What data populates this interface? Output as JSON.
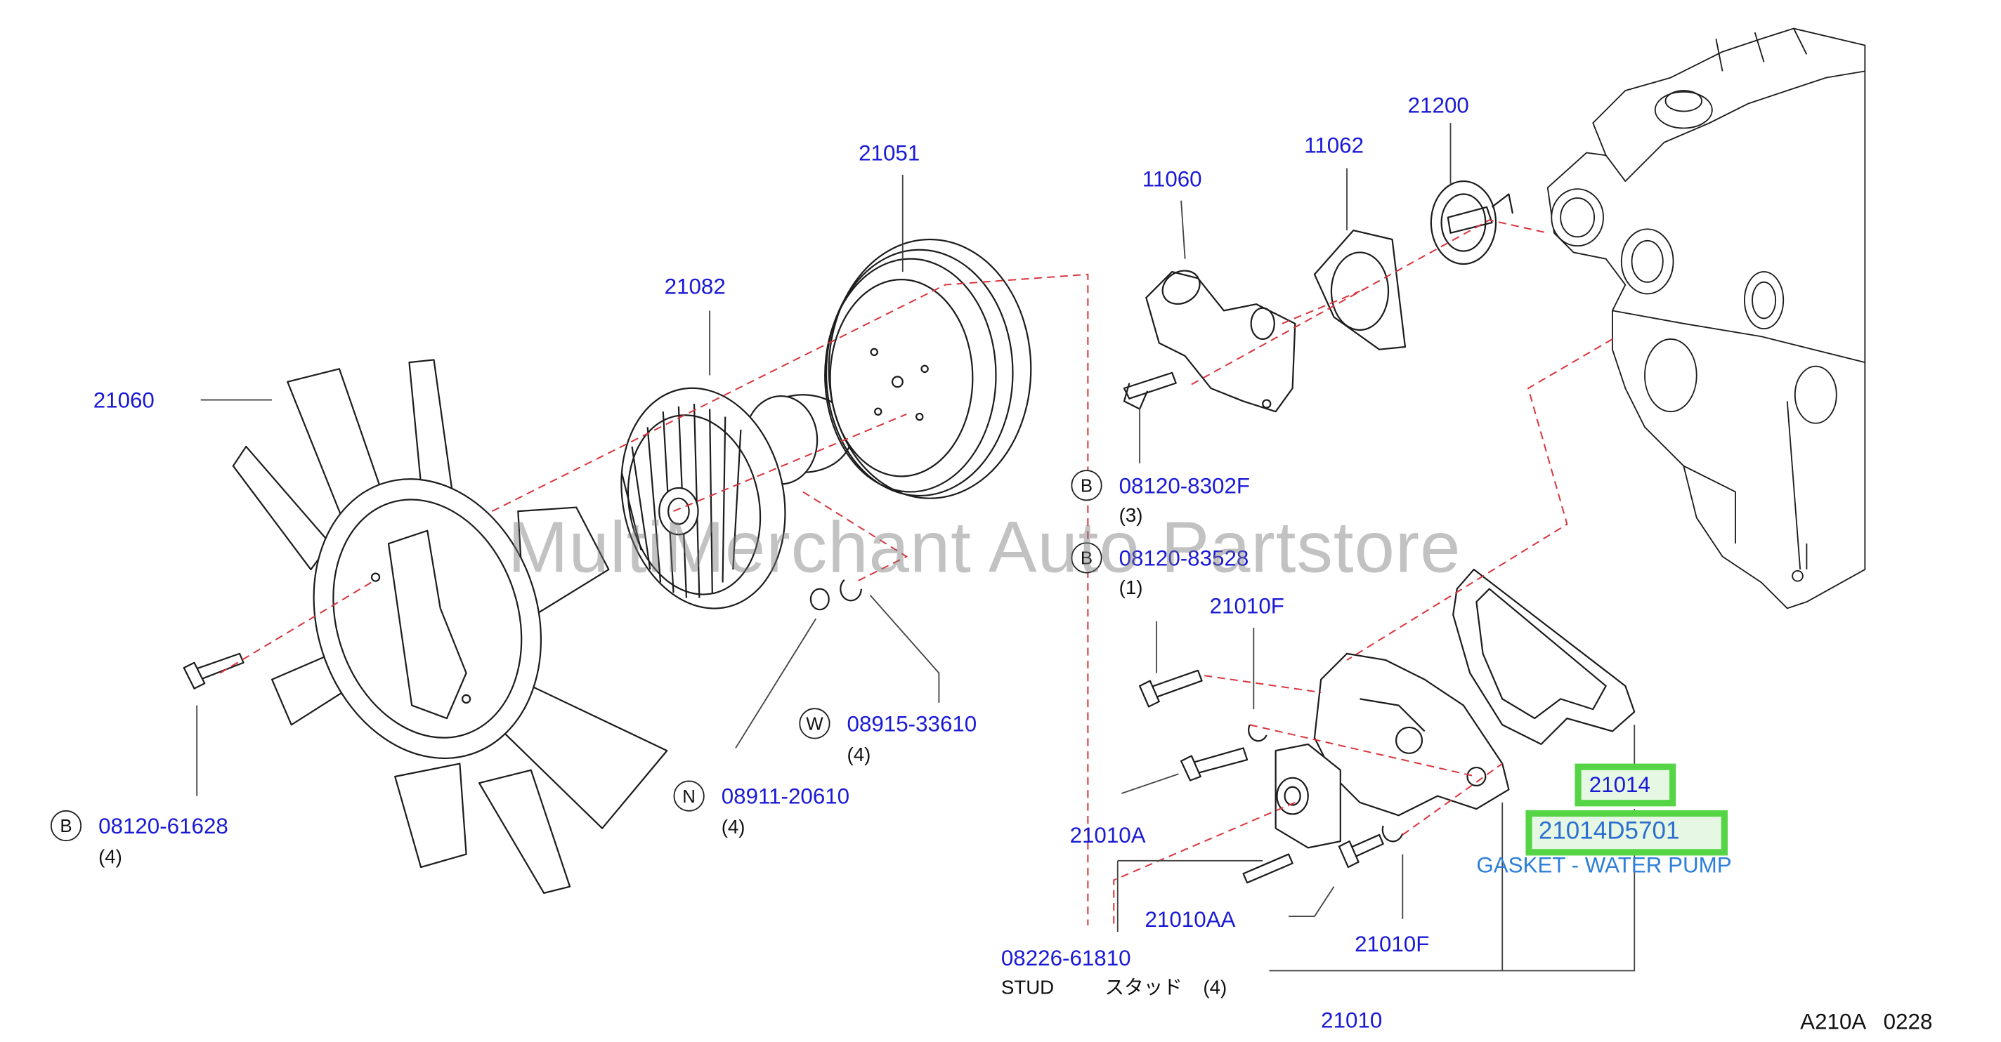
{
  "diagram": {
    "watermark": "MultiMerchant Auto Partstore",
    "diagram_code": "A210A   0228",
    "highlight_color": "#55d545",
    "part_color": "#1a1ad6",
    "description_color": "#2d7fd8",
    "parts": {
      "p21060": "21060",
      "p21082": "21082",
      "p21051": "21051",
      "p11060": "11060",
      "p11062": "11062",
      "p21200": "21200",
      "p21010F_top": "21010F",
      "p21010A": "21010A",
      "p21010AA": "21010AA",
      "p21010F_bottom": "21010F",
      "p21010": "21010",
      "p21014": "21014",
      "p21014D5701": "21014D5701"
    },
    "highlight_description": "GASKET - WATER PUMP",
    "fasteners": {
      "f1": {
        "code": "B",
        "part": "08120-8302F",
        "qty": "(3)"
      },
      "f2": {
        "code": "B",
        "part": "08120-83528",
        "qty": "(1)"
      },
      "f3": {
        "code": "W",
        "part": "08915-33610",
        "qty": "(4)"
      },
      "f4": {
        "code": "N",
        "part": "08911-20610",
        "qty": "(4)"
      },
      "f5": {
        "code": "B",
        "part": "08120-61628",
        "qty": "(4)"
      }
    },
    "stud": {
      "part": "08226-61810",
      "label": "STUD",
      "label_jp": "スタッド",
      "qty": "(4)"
    }
  }
}
